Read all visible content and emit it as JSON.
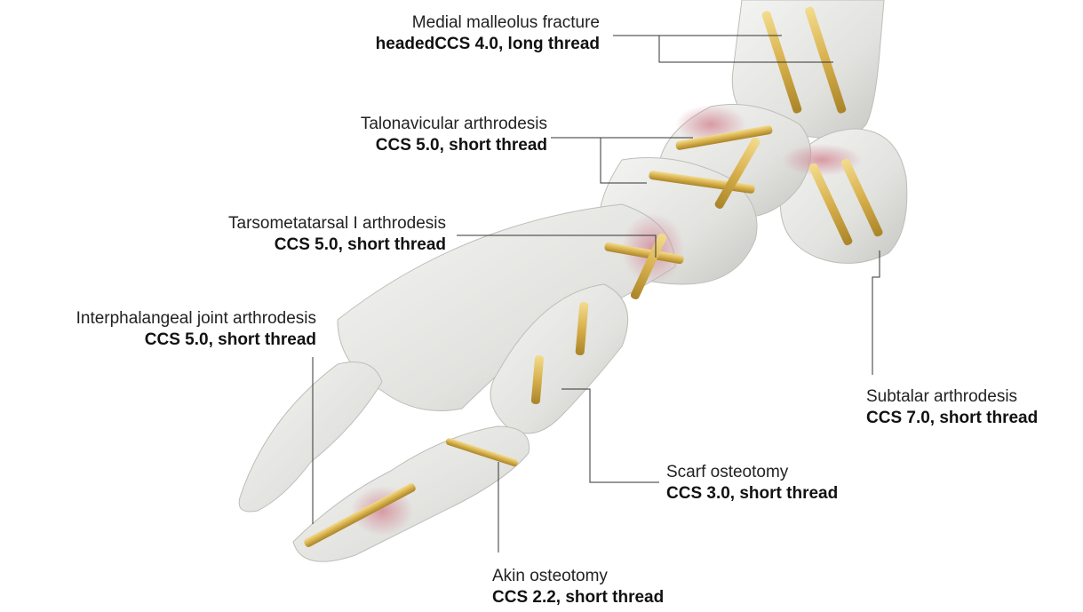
{
  "callouts": {
    "medial_malleolus": {
      "title": "Medial malleolus fracture",
      "implant": "headedCCS 4.0, long thread"
    },
    "talonavicular": {
      "title": "Talonavicular arthrodesis",
      "implant": "CCS 5.0, short thread"
    },
    "tarsometatarsal": {
      "title": "Tarsometatarsal I arthrodesis",
      "implant": "CCS 5.0, short thread"
    },
    "interphalangeal": {
      "title": "Interphalangeal joint arthrodesis",
      "implant": "CCS 5.0, short thread"
    },
    "subtalar": {
      "title": "Subtalar arthrodesis",
      "implant": "CCS 7.0, short thread"
    },
    "scarf": {
      "title": "Scarf osteotomy",
      "implant": "CCS 3.0, short thread"
    },
    "akin": {
      "title": "Akin osteotomy",
      "implant": "CCS 2.2, short thread"
    }
  },
  "colors": {
    "bone": "#e6e6e4",
    "bone_shadow": "#b9b9b6",
    "screw": "#d9b558",
    "joint_highlight": "#c97a86",
    "leader_line": "#333333"
  }
}
